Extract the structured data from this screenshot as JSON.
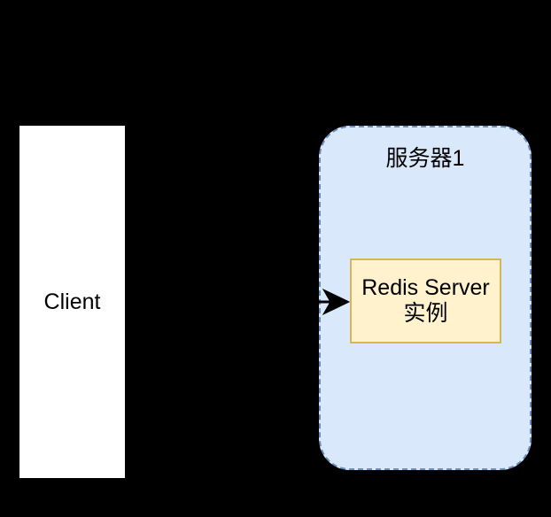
{
  "diagram": {
    "background_color": "#000000",
    "nodes": {
      "client": {
        "label": "Client",
        "fill": "#ffffff",
        "text_color": "#000000"
      },
      "server_group": {
        "label": "服务器1",
        "fill": "#dae8fc",
        "border_color": "#6c8ebf",
        "border_style": "dashed"
      },
      "redis_instance": {
        "label_line1": "Redis Server",
        "label_line2": "实例",
        "fill": "#fff2cc",
        "border_color": "#d6b656"
      }
    },
    "edges": [
      {
        "from": "client",
        "to": "redis_instance",
        "color": "#000000",
        "arrowhead": "classic"
      }
    ]
  }
}
